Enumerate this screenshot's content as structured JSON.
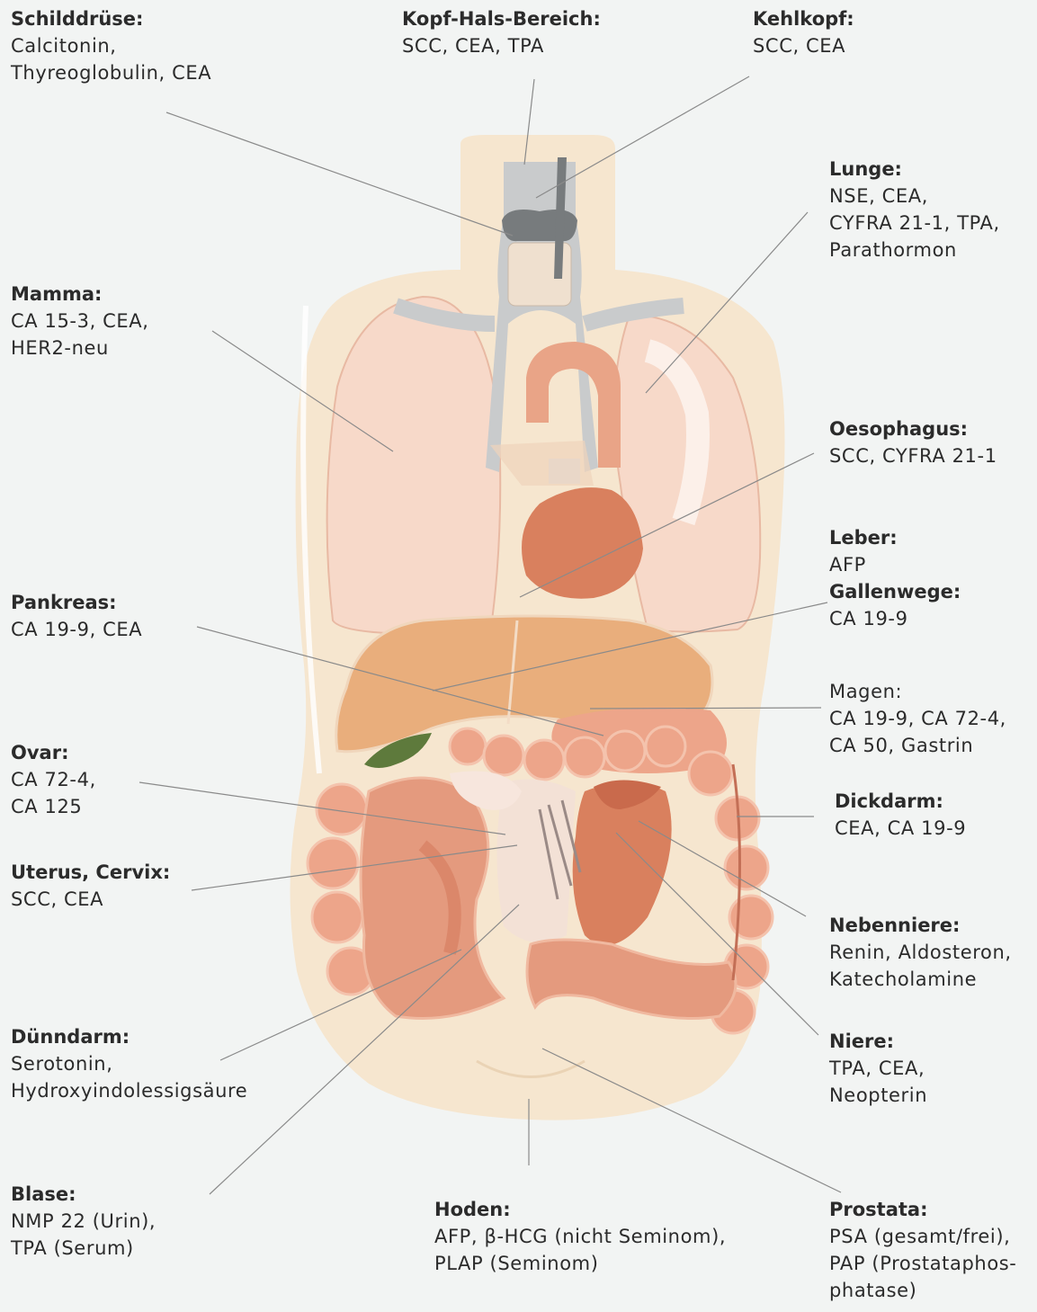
{
  "colors": {
    "background": "#f2f4f3",
    "body": "#f6e6cf",
    "organ_light": "#f7d9c9",
    "organ_mid": "#eda58a",
    "organ_dark": "#d97a5a",
    "liver": "#e9ae7c",
    "vessel": "#c9c9c9",
    "gallbladder": "#5e7a3c",
    "leader_line": "#8a8a8a"
  },
  "labels": {
    "schilddruese": {
      "title": "Schilddrüse:",
      "body": "Calcitonin,\nThyreoglobulin, CEA"
    },
    "kopf_hals": {
      "title": "Kopf-Hals-Bereich:",
      "body": "SCC, CEA, TPA"
    },
    "kehlkopf": {
      "title": "Kehlkopf:",
      "body": "SCC, CEA"
    },
    "lunge": {
      "title": "Lunge:",
      "body": "NSE, CEA,\nCYFRA 21-1, TPA,\nParathormon"
    },
    "mamma": {
      "title": "Mamma:",
      "body": "CA 15-3, CEA,\nHER2-neu"
    },
    "oesophagus": {
      "title": "Oesophagus:",
      "body": "SCC, CYFRA 21-1"
    },
    "leber": {
      "title": "Leber:",
      "body": "AFP",
      "title2": "Gallenwege:",
      "body2": "CA 19-9"
    },
    "pankreas": {
      "title": "Pankreas:",
      "body": "CA 19-9, CEA"
    },
    "magen": {
      "title": "Magen:",
      "body": "CA 19-9, CA 72-4,\nCA 50, Gastrin"
    },
    "ovar": {
      "title": "Ovar:",
      "body": "CA 72-4,\nCA 125"
    },
    "dickdarm": {
      "title": "Dickdarm:",
      "body": "CEA, CA 19-9"
    },
    "uterus": {
      "title": "Uterus, Cervix:",
      "body": "SCC, CEA"
    },
    "nebenniere": {
      "title": "Nebenniere:",
      "body": "Renin, Aldosteron,\nKatecholamine"
    },
    "duenndarm": {
      "title": "Dünndarm:",
      "body": "Serotonin,\nHydroxyindolessigsäure"
    },
    "niere": {
      "title": "Niere:",
      "body": "TPA, CEA,\nNeopterin"
    },
    "blase": {
      "title": "Blase:",
      "body": "NMP 22 (Urin),\nTPA (Serum)"
    },
    "hoden": {
      "title": "Hoden:",
      "body": "AFP, β-HCG (nicht Seminom),\nPLAP (Seminom)"
    },
    "prostata": {
      "title": "Prostata:",
      "body": "PSA (gesamt/frei),\nPAP (Prostataphos-\nphatase)"
    }
  }
}
